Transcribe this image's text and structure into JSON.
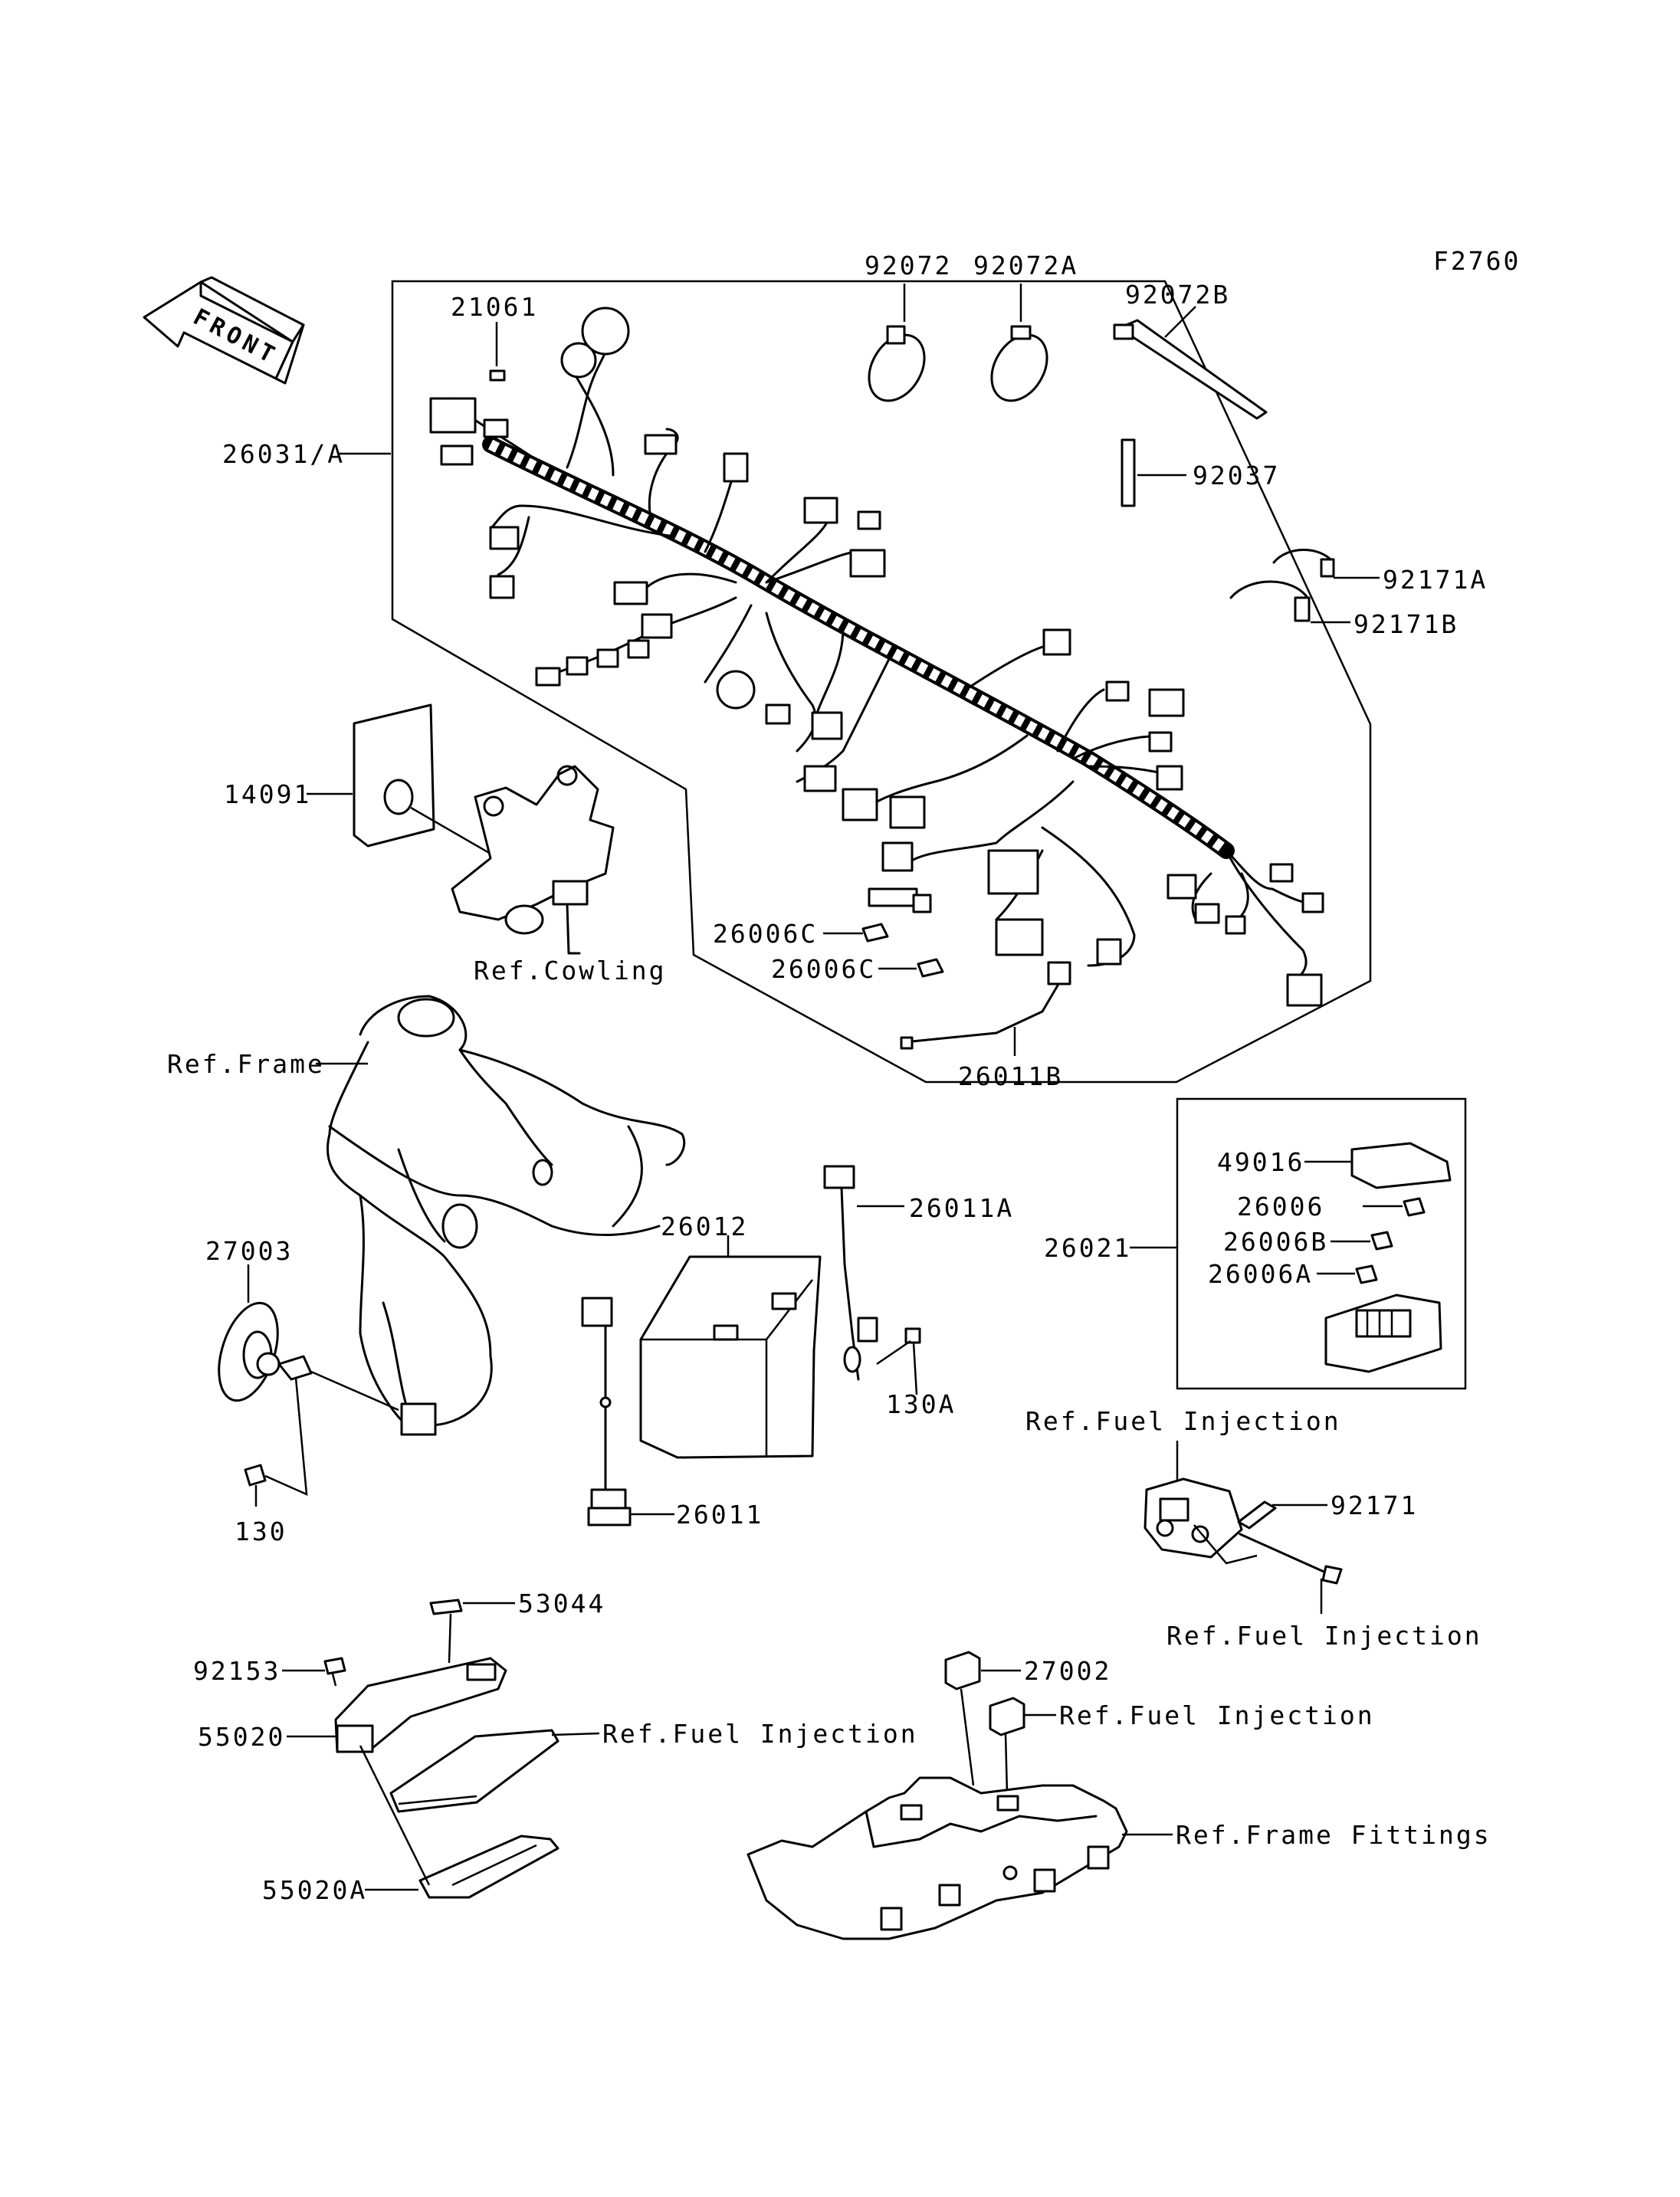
{
  "figure_id": "F2760",
  "front_label": "FRONT",
  "labels": {
    "p21061": "21061",
    "p26031A": "26031/A",
    "p92072": "92072",
    "p92072A": "92072A",
    "p92072B": "92072B",
    "p92037": "92037",
    "p92171A": "92171A",
    "p92171B": "92171B",
    "p14091": "14091",
    "ref_cowling": "Ref.Cowling",
    "p26006C_1": "26006C",
    "p26006C_2": "26006C",
    "p26011B": "26011B",
    "ref_frame": "Ref.Frame",
    "p49016": "49016",
    "p26006": "26006",
    "p26006B": "26006B",
    "p26006A": "26006A",
    "p26021": "26021",
    "p26012": "26012",
    "p26011A": "26011A",
    "p27003": "27003",
    "p130A": "130A",
    "p26011": "26011",
    "p130": "130",
    "ref_fuel_injection_1": "Ref.Fuel Injection",
    "p92171": "92171",
    "ref_fuel_injection_2": "Ref.Fuel Injection",
    "p53044": "53044",
    "p92153": "92153",
    "p55020": "55020",
    "ref_fuel_injection_3": "Ref.Fuel Injection",
    "p27002": "27002",
    "ref_fuel_injection_4": "Ref.Fuel Injection",
    "ref_frame_fittings": "Ref.Frame Fittings",
    "p55020A": "55020A"
  }
}
